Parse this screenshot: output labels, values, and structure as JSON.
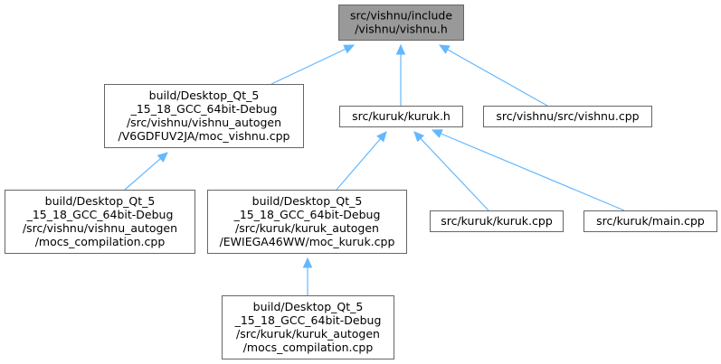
{
  "colors": {
    "edge": "#63b8ff",
    "root_fill": "#999999",
    "node_fill": "#ffffff",
    "node_border": "#666666"
  },
  "nodes": {
    "root": {
      "lines": [
        "src/vishnu/include",
        "/vishnu/vishnu.h"
      ]
    },
    "moc_vishnu": {
      "lines": [
        "build/Desktop_Qt_5",
        "_15_18_GCC_64bit-Debug",
        "/src/vishnu/vishnu_autogen",
        "/V6GDFUV2JA/moc_vishnu.cpp"
      ]
    },
    "kuruk_h": {
      "lines": [
        "src/kuruk/kuruk.h"
      ]
    },
    "vishnu_cpp": {
      "lines": [
        "src/vishnu/src/vishnu.cpp"
      ]
    },
    "mocs_vishnu": {
      "lines": [
        "build/Desktop_Qt_5",
        "_15_18_GCC_64bit-Debug",
        "/src/vishnu/vishnu_autogen",
        "/mocs_compilation.cpp"
      ]
    },
    "moc_kuruk": {
      "lines": [
        "build/Desktop_Qt_5",
        "_15_18_GCC_64bit-Debug",
        "/src/kuruk/kuruk_autogen",
        "/EWIEGA46WW/moc_kuruk.cpp"
      ]
    },
    "kuruk_cpp": {
      "lines": [
        "src/kuruk/kuruk.cpp"
      ]
    },
    "main_cpp": {
      "lines": [
        "src/kuruk/main.cpp"
      ]
    },
    "mocs_kuruk": {
      "lines": [
        "build/Desktop_Qt_5",
        "_15_18_GCC_64bit-Debug",
        "/src/kuruk/kuruk_autogen",
        "/mocs_compilation.cpp"
      ]
    }
  },
  "edges": [
    {
      "from": "moc_vishnu",
      "to": "root"
    },
    {
      "from": "kuruk_h",
      "to": "root"
    },
    {
      "from": "vishnu_cpp",
      "to": "root"
    },
    {
      "from": "mocs_vishnu",
      "to": "moc_vishnu"
    },
    {
      "from": "moc_kuruk",
      "to": "kuruk_h"
    },
    {
      "from": "kuruk_cpp",
      "to": "kuruk_h"
    },
    {
      "from": "main_cpp",
      "to": "kuruk_h"
    },
    {
      "from": "mocs_kuruk",
      "to": "moc_kuruk"
    }
  ]
}
